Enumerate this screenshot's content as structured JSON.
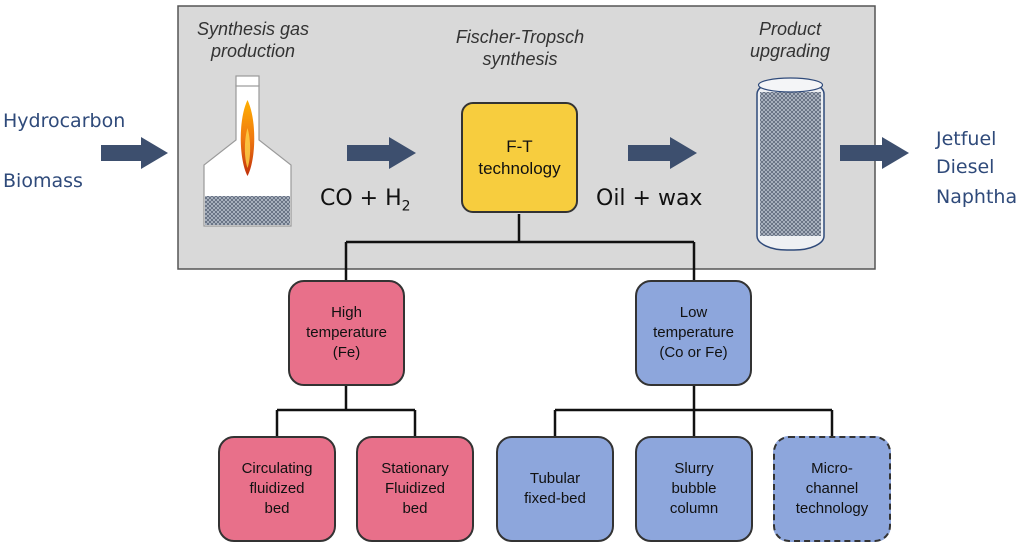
{
  "inputs": [
    "Hydrocarbon",
    "Biomass"
  ],
  "outputs": [
    "Jetfuel",
    "Diesel",
    "Naphtha"
  ],
  "stages": {
    "synthesis_gas": "Synthesis gas\nproduction",
    "fischer_tropsch": "Fischer-Tropsch\nsynthesis",
    "upgrading": "Product\nupgrading"
  },
  "intermediates": {
    "syngas": "CO + H",
    "syngas_subscript": "2",
    "ft_products": "Oil + wax"
  },
  "ft_box": "F-T\ntechnology",
  "temperature_routes": {
    "high": "High\ntemperature\n(Fe)",
    "low": "Low\ntemperature\n(Co or Fe)"
  },
  "reactors_high": [
    "Circulating\nfluidized\nbed",
    "Stationary\nFluidized\nbed"
  ],
  "reactors_low": [
    "Tubular\nfixed-bed",
    "Slurry\nbubble\ncolumn",
    "Micro-\nchannel\ntechnology"
  ],
  "colors": {
    "panel": "#d9d9d9",
    "arrow": "#3d4f6e",
    "ft_box": "#f7cd3e",
    "high_temp": "#e8708a",
    "low_temp": "#8da6dc",
    "text_blue": "#2f4a7a"
  }
}
